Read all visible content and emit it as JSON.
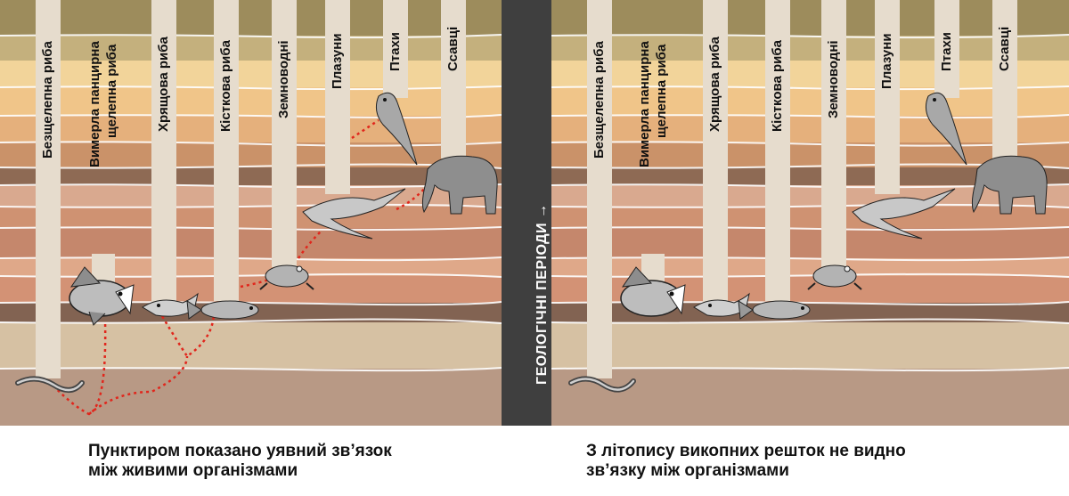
{
  "columns": {
    "jawless_fish": "Безщелепна риба",
    "placoderm_line1": "Вимерла панцирна",
    "placoderm_line2": "щелепна риба",
    "cartilaginous_fish": "Хрящова риба",
    "bony_fish": "Кісткова риба",
    "amphibians": "Земноводні",
    "reptiles": "Плазуни",
    "birds": "Птахи",
    "mammals": "Ссавці"
  },
  "axis_label": "ГЕОЛОГІЧНІ ПЕРІОДИ →",
  "captions": {
    "left_line1": "Пунктиром показано уявний зв’язок",
    "left_line2": "між живими організмами",
    "right_line1": "З літопису викопних решток не видно",
    "right_line2": "зв’язку між організмами"
  },
  "colors": {
    "strata": [
      "#9d8c5c",
      "#c4b07d",
      "#f2d49a",
      "#f0c589",
      "#e5b07c",
      "#ca9269",
      "#8e6a54",
      "#d9a98f",
      "#cf9272",
      "#c5876c",
      "#dfa889",
      "#d39275",
      "#826352",
      "#d6c1a3",
      "#b89985"
    ],
    "column": "#e6dccd",
    "dashed_link": "#e1261c",
    "divider": "#3f3f3f"
  }
}
